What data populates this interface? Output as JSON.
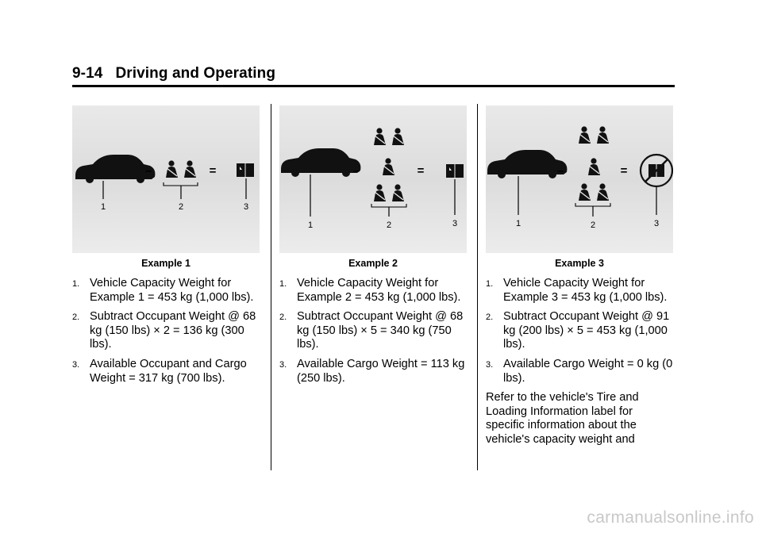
{
  "header": {
    "page_number": "9-14",
    "section_title": "Driving and Operating"
  },
  "examples": [
    {
      "caption": "Example 1",
      "callouts": [
        "1",
        "2",
        "3"
      ],
      "operators": {
        "minus": "–",
        "equals": "="
      },
      "occupant_count": 2,
      "cargo_available": true,
      "steps": [
        {
          "num": "1.",
          "text": "Vehicle Capacity Weight for Example 1 = 453 kg (1,000 lbs)."
        },
        {
          "num": "2.",
          "text": "Subtract Occupant Weight @ 68 kg (150 lbs) × 2 = 136 kg (300 lbs)."
        },
        {
          "num": "3.",
          "text": "Available Occupant and Cargo Weight = 317 kg (700 lbs)."
        }
      ]
    },
    {
      "caption": "Example 2",
      "callouts": [
        "1",
        "2",
        "3"
      ],
      "operators": {
        "minus": "–",
        "equals": "="
      },
      "occupant_count": 5,
      "cargo_available": true,
      "steps": [
        {
          "num": "1.",
          "text": "Vehicle Capacity Weight for Example 2 = 453 kg (1,000 lbs)."
        },
        {
          "num": "2.",
          "text": "Subtract Occupant Weight @ 68 kg (150 lbs) × 5 = 340 kg (750 lbs)."
        },
        {
          "num": "3.",
          "text": "Available Cargo Weight = 113 kg (250 lbs)."
        }
      ]
    },
    {
      "caption": "Example 3",
      "callouts": [
        "1",
        "2",
        "3"
      ],
      "operators": {
        "minus": "–",
        "equals": "="
      },
      "occupant_count": 5,
      "cargo_available": false,
      "steps": [
        {
          "num": "1.",
          "text": "Vehicle Capacity Weight for Example 3 = 453 kg (1,000 lbs)."
        },
        {
          "num": "2.",
          "text": "Subtract Occupant Weight @ 91 kg (200 lbs) × 5 = 453 kg (1,000 lbs)."
        },
        {
          "num": "3.",
          "text": "Available Cargo Weight = 0 kg (0 lbs)."
        }
      ],
      "note": "Refer to the vehicle's Tire and Loading Information label for specific information about the vehicle's capacity weight and"
    }
  ],
  "watermark": "carmanualsonline.info"
}
